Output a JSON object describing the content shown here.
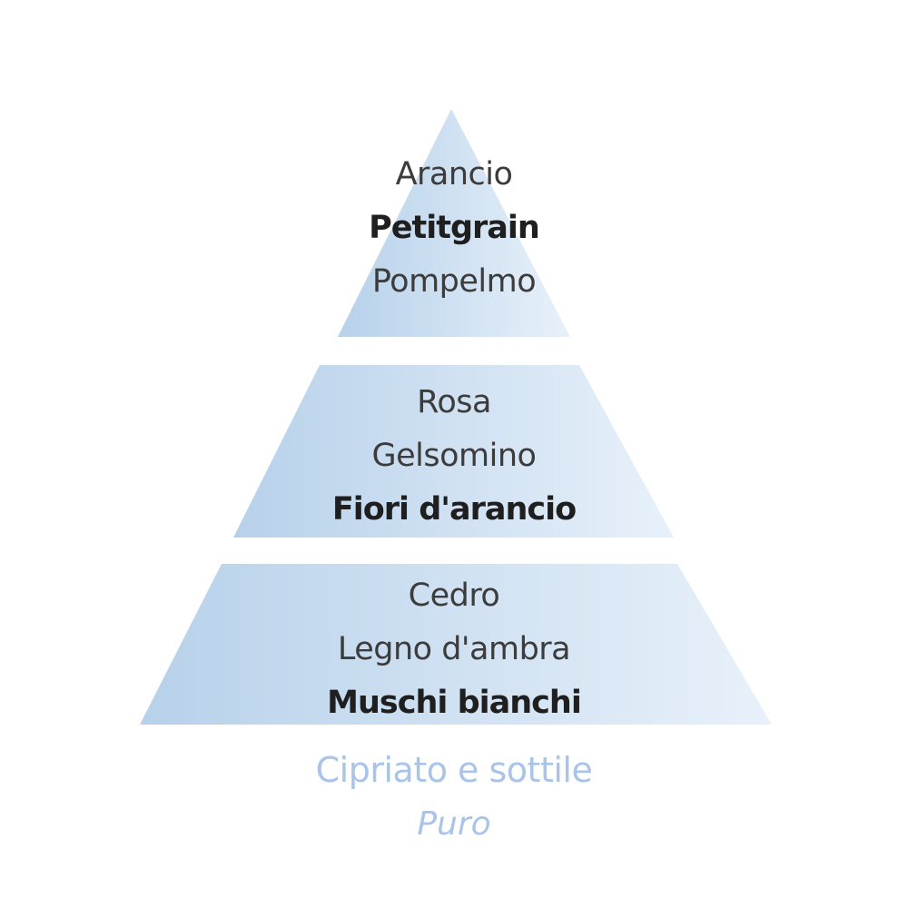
{
  "pyramid": {
    "tiers": [
      {
        "notes": [
          {
            "text": "Arancio",
            "emphasis": false
          },
          {
            "text": "Petitgrain",
            "emphasis": true
          },
          {
            "text": "Pompelmo",
            "emphasis": false
          }
        ]
      },
      {
        "notes": [
          {
            "text": "Rosa",
            "emphasis": false
          },
          {
            "text": "Gelsomino",
            "emphasis": false
          },
          {
            "text": "Fiori d'arancio",
            "emphasis": true
          }
        ]
      },
      {
        "notes": [
          {
            "text": "Cedro",
            "emphasis": false
          },
          {
            "text": "Legno d'ambra",
            "emphasis": false
          },
          {
            "text": "Muschi bianchi",
            "emphasis": true
          }
        ]
      }
    ]
  },
  "caption": {
    "title": "Cipriato e sottile",
    "subtitle": "Puro"
  },
  "colors": {
    "tier_fill_dark": "#b7d1ea",
    "tier_fill_light": "#e8f1fa",
    "caption_text": "#a9c4e8",
    "note_text": "#3c3c3c"
  }
}
